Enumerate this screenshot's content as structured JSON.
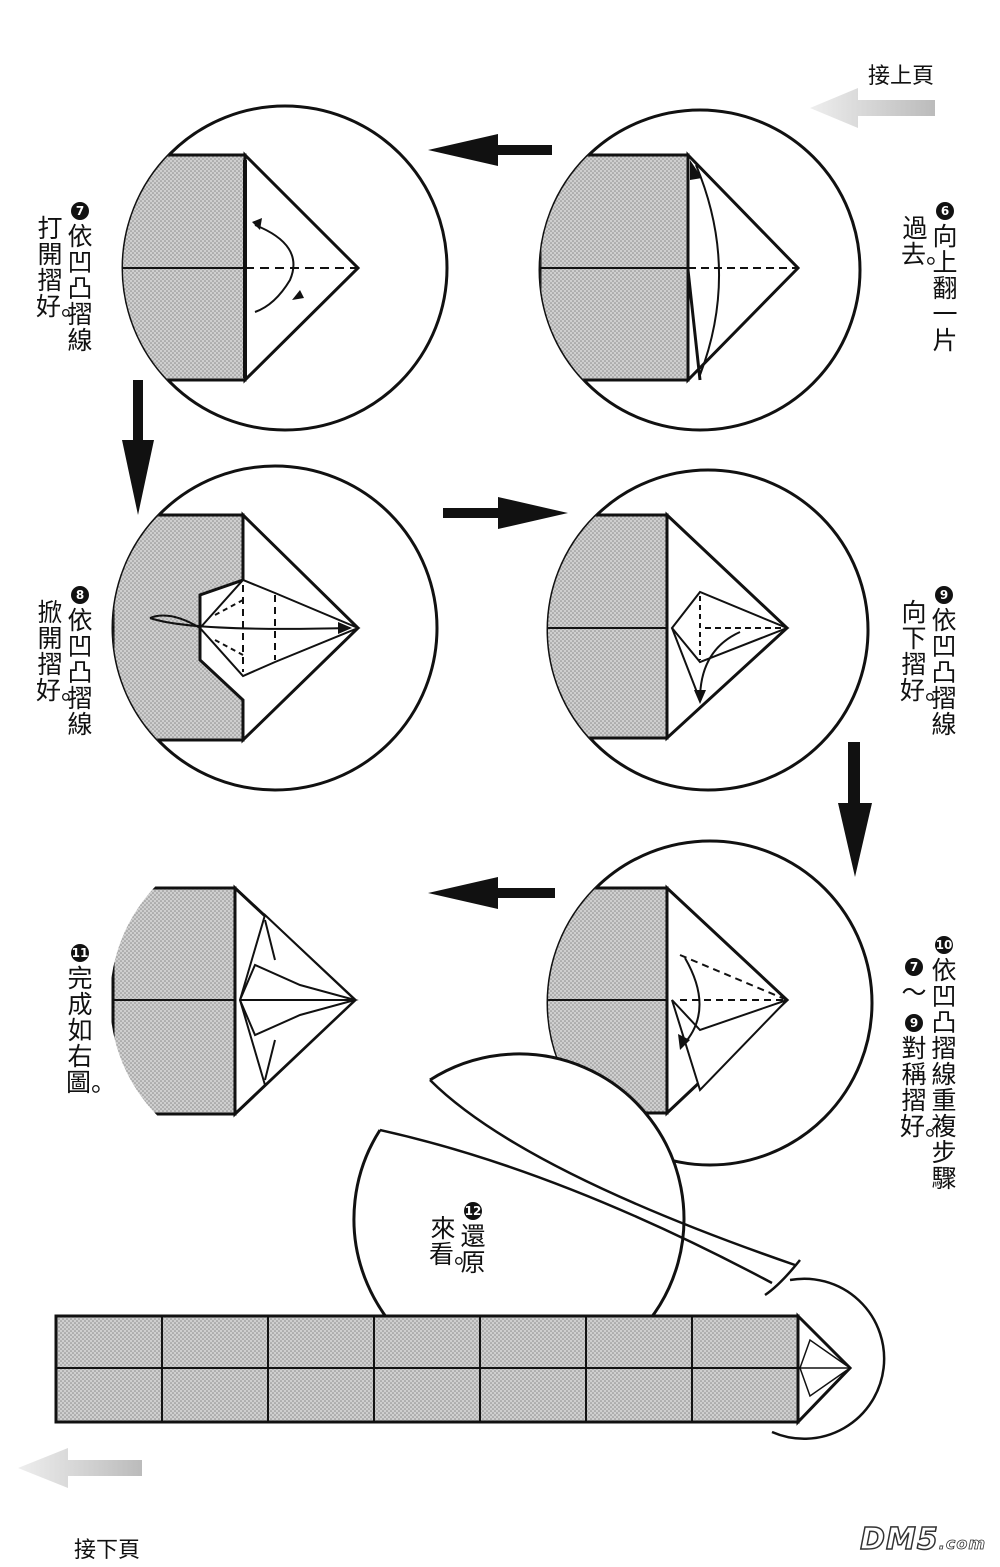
{
  "nav": {
    "prev_page": "接上頁",
    "next_page": "接下頁"
  },
  "steps": [
    {
      "num": "6",
      "line1": "向上翻一片",
      "line2": "過去。"
    },
    {
      "num": "7",
      "line1": "依凹凸摺線",
      "line2": "打開摺好。"
    },
    {
      "num": "8",
      "line1": "依凹凸摺線",
      "line2": "掀開摺好。"
    },
    {
      "num": "9",
      "line1": "依凹凸摺線",
      "line2": "向下摺好。"
    },
    {
      "num": "10",
      "line1": "依凹凸摺線重複步驟",
      "ref_a": "7",
      "tilde": "～",
      "ref_b": "9",
      "line2b": "對稱摺好。"
    },
    {
      "num": "11",
      "line1": "完成如右圖。"
    },
    {
      "num": "12",
      "line1": "還原",
      "line2": "來看。"
    }
  ],
  "watermark": {
    "text": "DM5",
    "suffix": ".com"
  },
  "colors": {
    "ink": "#111111",
    "paper_shade": "#bdbdbd",
    "arrow_gray": "#c8c8c8"
  }
}
